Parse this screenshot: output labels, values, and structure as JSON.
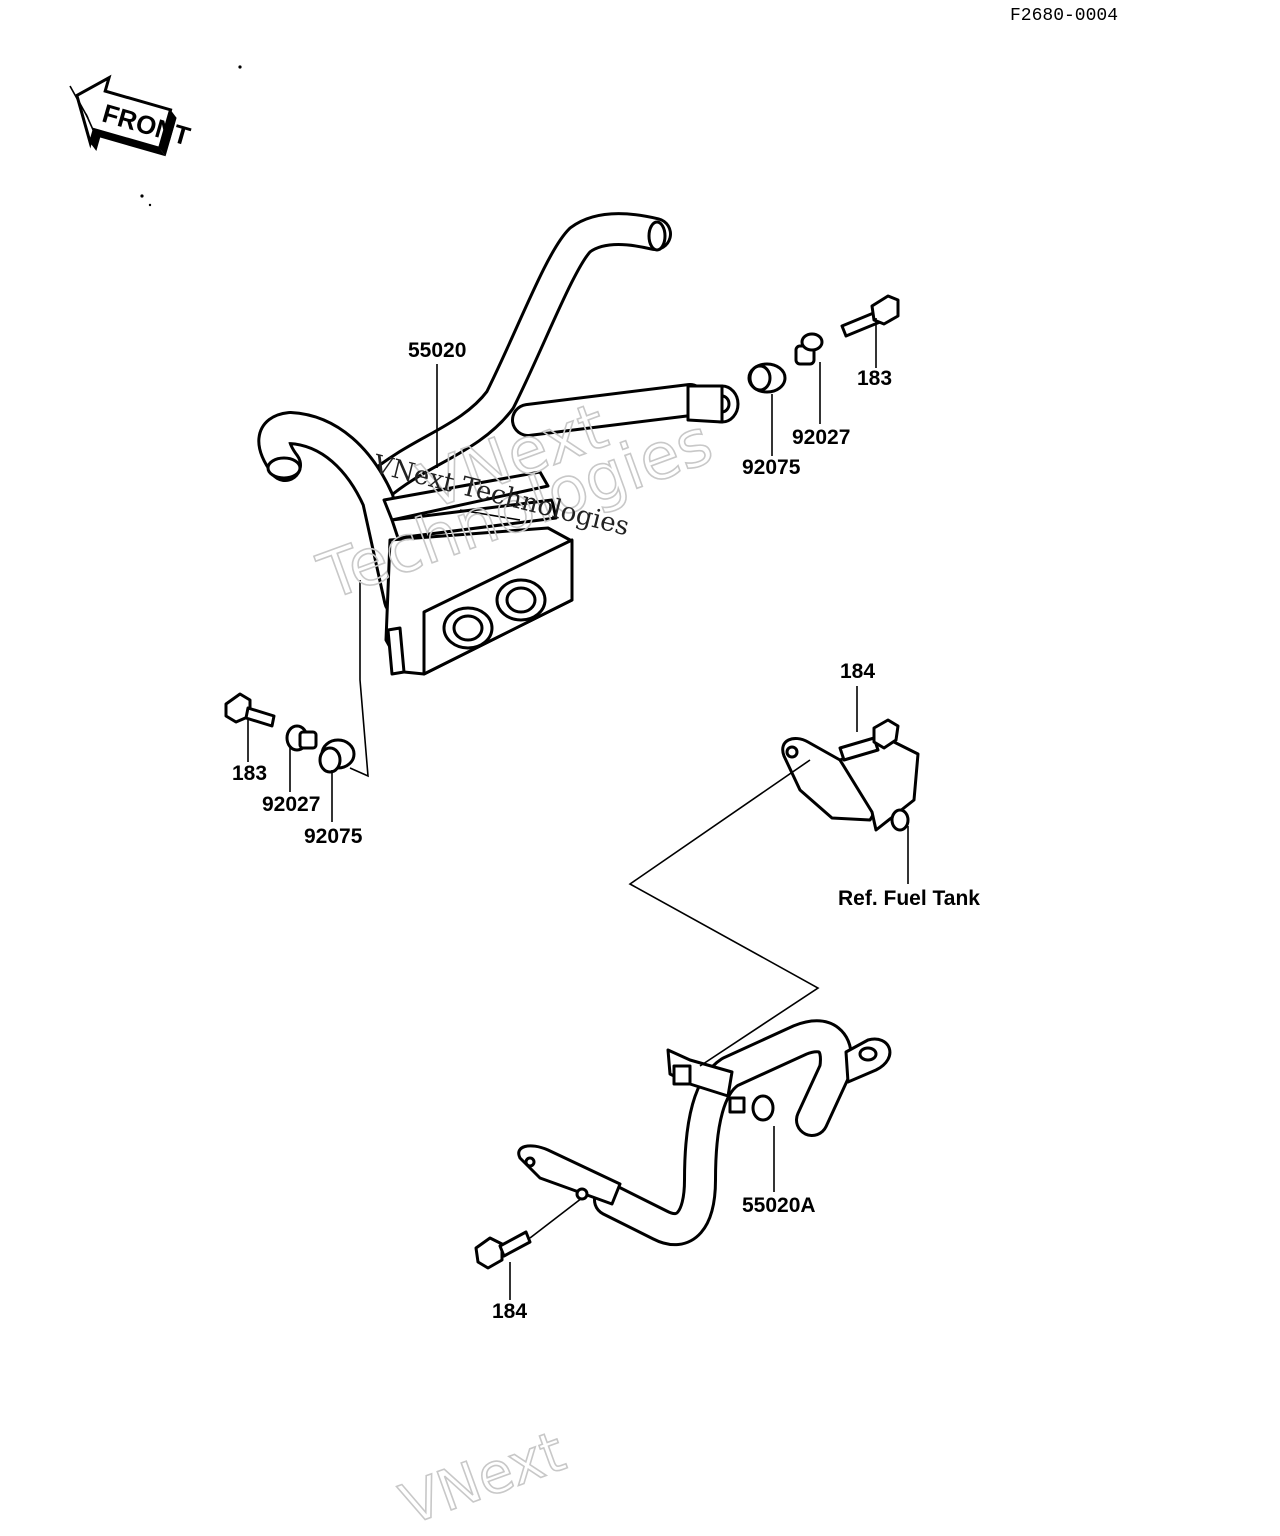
{
  "drawing_code": "F2680-0004",
  "front_arrow": {
    "label": "FRONT",
    "icon": "front-arrow-icon"
  },
  "callouts": {
    "frame_upper": "55020",
    "frame_lower": "55020A",
    "bolt_top_right": "183",
    "bolt_left": "183",
    "collar_top_right": "92027",
    "collar_left": "92027",
    "grommet_top_right": "92075",
    "grommet_left": "92075",
    "bolt_bracket": "184",
    "bolt_bottom": "184",
    "fuel_tank_ref": "Ref. Fuel Tank"
  },
  "watermarks": {
    "outline_1": "VNext",
    "outline_2": "Technologies",
    "inline": "VNext Technologies",
    "bottom": "VNext"
  },
  "colors": {
    "ink": "#000000",
    "paper": "#ffffff",
    "watermark": "#c8c8c8"
  }
}
